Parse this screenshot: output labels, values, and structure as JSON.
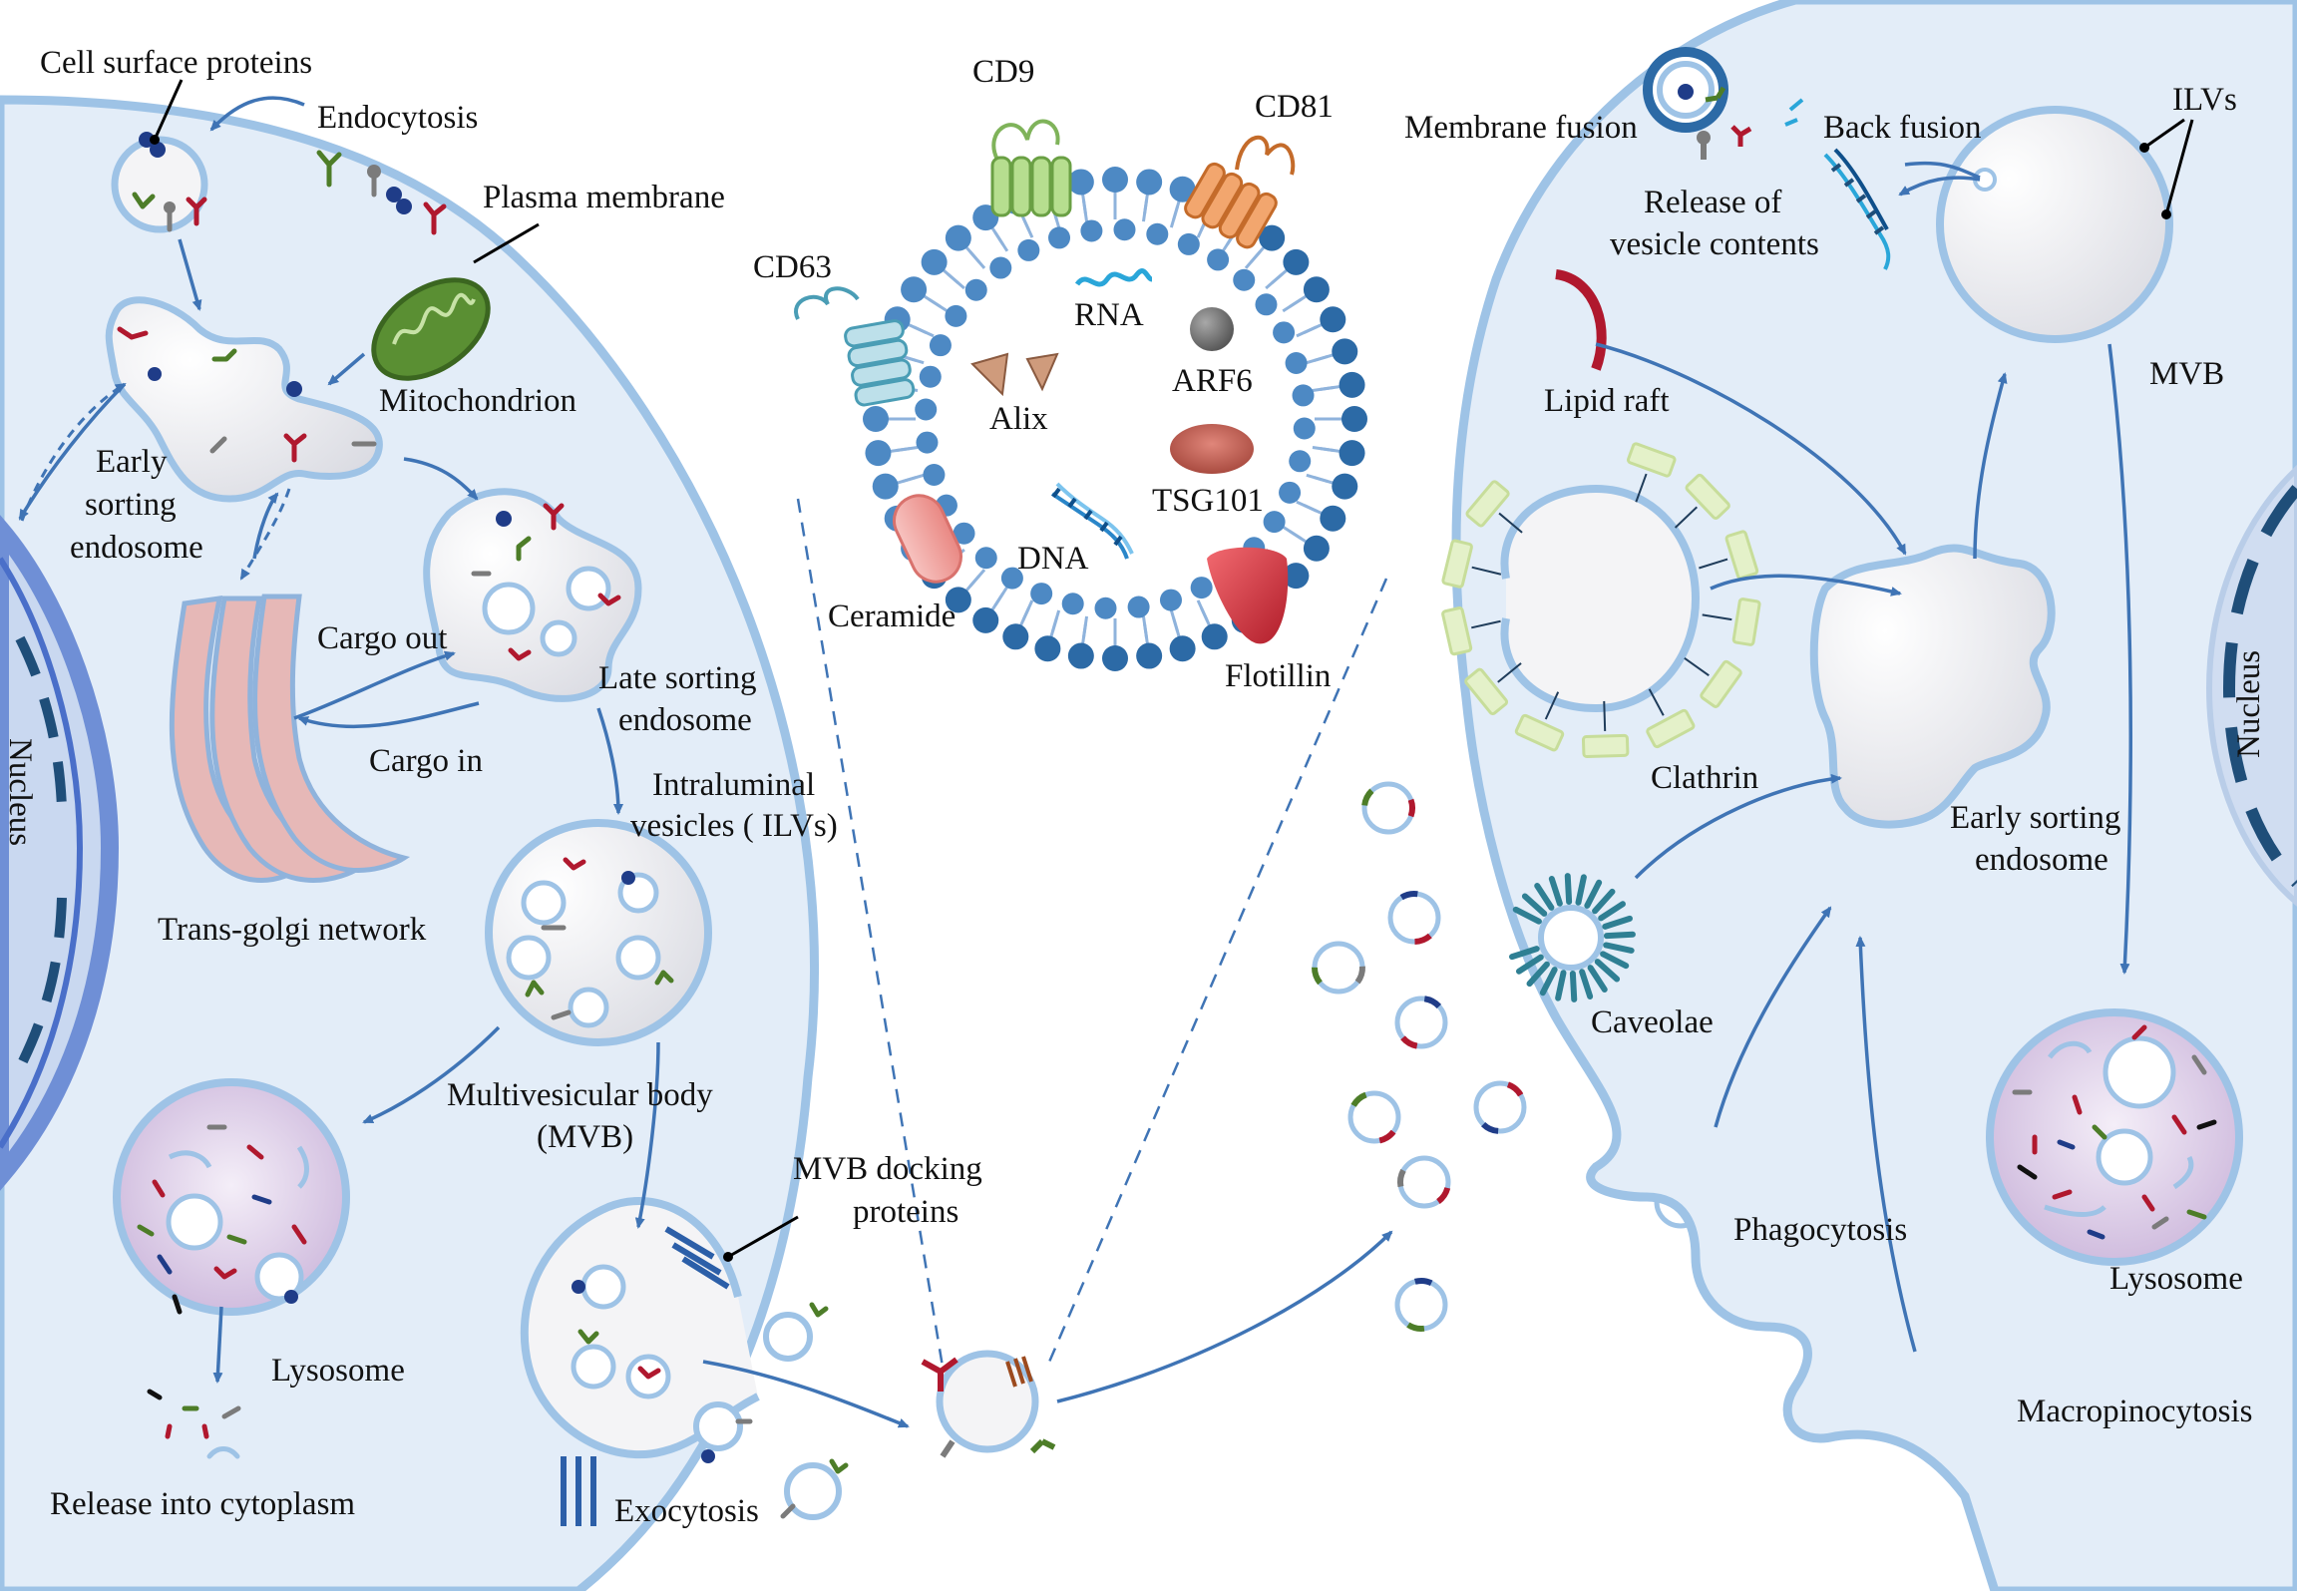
{
  "colors": {
    "cell_fill": "#e3edf8",
    "membrane": "#9ec3e6",
    "organelle_fill": "#f4f4f6",
    "arrow": "#3f74b5",
    "lipid_head": "#4d89c4",
    "lipid_head_dark": "#2c6aa6",
    "lysosome_fill": "#e2d6ea",
    "nucleus_dark": "#1f4e79",
    "cargo_red": "#b0182e",
    "cargo_green": "#4d7d28",
    "cargo_navy": "#1f3c88",
    "cargo_gray": "#7b7b7b"
  },
  "icons": [
    "lipid-bilayer-icon",
    "tetraspanin-icon",
    "receptor-icon",
    "vesicle-icon",
    "arrow-icon",
    "mitochondrion-icon",
    "golgi-icon",
    "nucleus-icon"
  ],
  "left_cell": {
    "labels": {
      "cell_surface_proteins": "Cell surface proteins",
      "endocytosis": "Endocytosis",
      "plasma_membrane": "Plasma membrane",
      "mitochondrion": "Mitochondrion",
      "early_sorting_endosome": [
        "Early",
        "sorting",
        "endosome"
      ],
      "cargo_out": "Cargo out",
      "cargo_in": "Cargo in",
      "late_sorting_endosome": [
        "Late sorting",
        "endosome"
      ],
      "ilvs": [
        "Intraluminal",
        "vesicles ( ILVs)"
      ],
      "trans_golgi": "Trans-golgi network",
      "mvb": [
        "Multivesicular body",
        "(MVB)"
      ],
      "lysosome": "Lysosome",
      "release": "Release into cytoplasm",
      "mvb_docking": [
        "MVB docking",
        "proteins"
      ],
      "exocytosis": "Exocytosis",
      "nucleus": "Nucleus"
    }
  },
  "exosome": {
    "labels": {
      "cd9": "CD9",
      "cd81": "CD81",
      "cd63": "CD63",
      "rna": "RNA",
      "arf6": "ARF6",
      "alix": "Alix",
      "tsg101": "TSG101",
      "dna": "DNA",
      "ceramide": "Ceramide",
      "flotillin": "Flotillin"
    }
  },
  "right_cell": {
    "labels": {
      "membrane_fusion": "Membrane fusion",
      "back_fusion": "Back fusion",
      "ilvs": "ILVs",
      "release_contents": [
        "Release of",
        "vesicle contents"
      ],
      "lipid_raft": "Lipid raft",
      "mvb": "MVB",
      "clathrin": "Clathrin",
      "early_sorting_endosome": [
        "Early sorting",
        "endosome"
      ],
      "nucleus": "Nucleus",
      "caveolae": "Caveolae",
      "lysosome": "Lysosome",
      "phagocytosis": "Phagocytosis",
      "macropinocytosis": "Macropinocytosis"
    }
  }
}
